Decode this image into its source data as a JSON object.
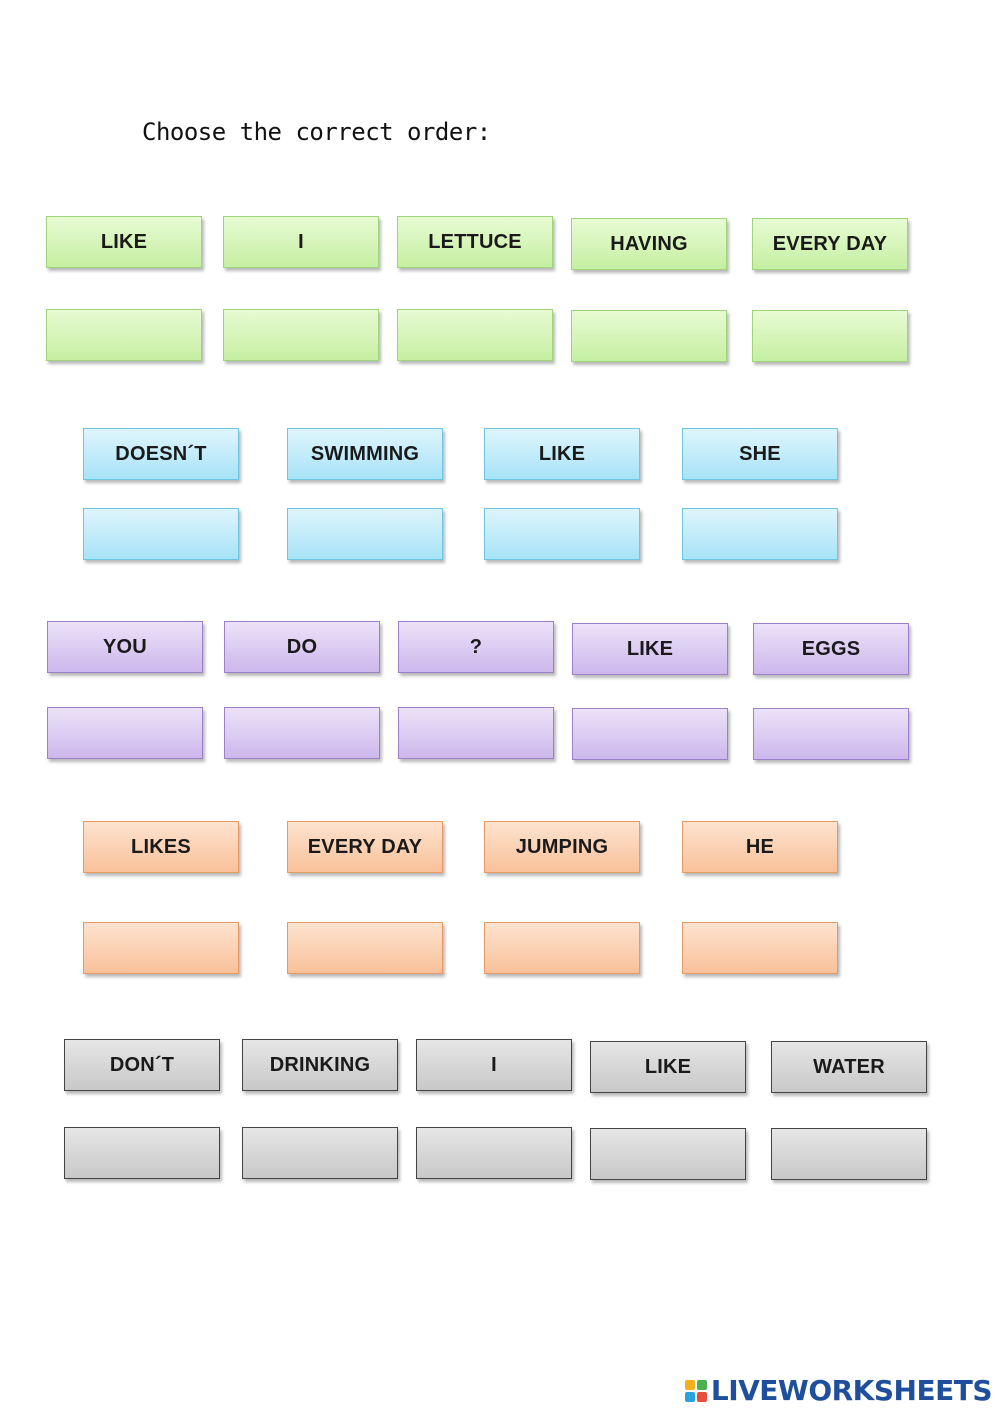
{
  "title": "Choose the correct order:",
  "groups": [
    {
      "words": [
        "LIKE",
        "I",
        "LETTUCE",
        "HAVING",
        "EVERY DAY"
      ]
    },
    {
      "words": [
        "DOESN´T",
        "SWIMMING",
        "LIKE",
        "SHE"
      ]
    },
    {
      "words": [
        "YOU",
        "DO",
        "?",
        "LIKE",
        "EGGS"
      ]
    },
    {
      "words": [
        "LIKES",
        "EVERY DAY",
        "JUMPING",
        "HE"
      ]
    },
    {
      "words": [
        "DON´T",
        "DRINKING",
        "I",
        "LIKE",
        "WATER"
      ]
    }
  ],
  "logo": {
    "text": "LIVEWORKSHEETS"
  }
}
